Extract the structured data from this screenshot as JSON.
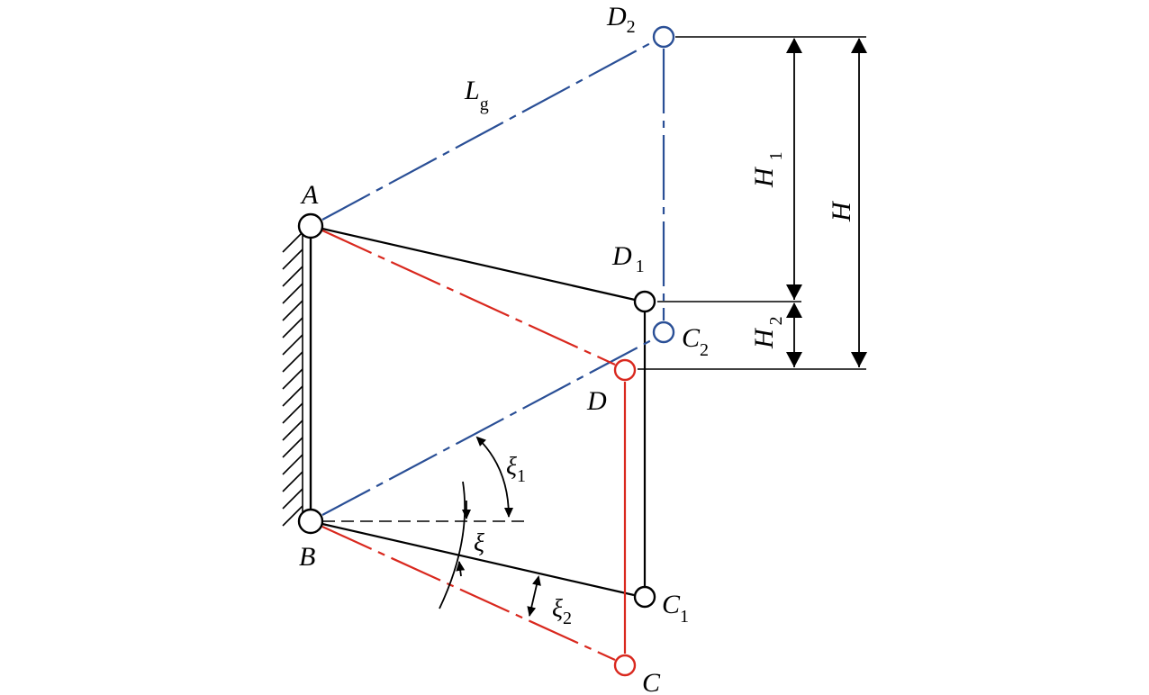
{
  "labels": {
    "A": "A",
    "B": "B",
    "C": "C",
    "D": "D",
    "C1": {
      "main": "C",
      "sub": "1"
    },
    "C2": {
      "main": "C",
      "sub": "2"
    },
    "D1": {
      "main": "D",
      "sub": "1"
    },
    "D2": {
      "main": "D",
      "sub": "2"
    },
    "Lg": {
      "main": "L",
      "sub": "g"
    },
    "H": "H",
    "H1": {
      "main": "H",
      "sub": "1"
    },
    "H2": {
      "main": "H",
      "sub": "2"
    },
    "xi": "ξ",
    "xi1": {
      "main": "ξ",
      "sub": "1"
    },
    "xi2": {
      "main": "ξ",
      "sub": "2"
    }
  },
  "colors": {
    "black": "#000000",
    "blue": "#2a4f96",
    "red": "#d9281e"
  }
}
